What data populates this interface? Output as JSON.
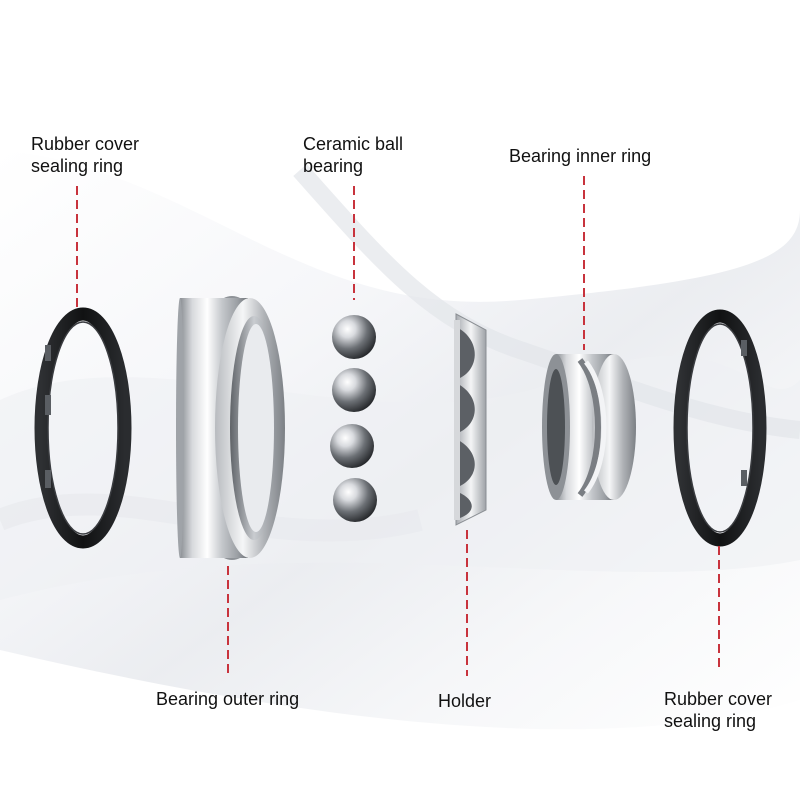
{
  "labels": {
    "seal_left": {
      "line1": "Rubber cover",
      "line2": "sealing ring"
    },
    "ceramic_ball": {
      "line1": "Ceramic ball",
      "line2": "bearing"
    },
    "inner_ring": {
      "line1": "Bearing inner ring"
    },
    "outer_ring": {
      "line1": "Bearing outer ring"
    },
    "holder": {
      "line1": "Holder"
    },
    "seal_right": {
      "line1": "Rubber cover",
      "line2": "sealing ring"
    }
  },
  "colors": {
    "leader_line": "#c8333d",
    "seal_rubber": "#1a1a1a",
    "steel_light": "#f2f3f5",
    "steel_dark": "#6f7378"
  }
}
